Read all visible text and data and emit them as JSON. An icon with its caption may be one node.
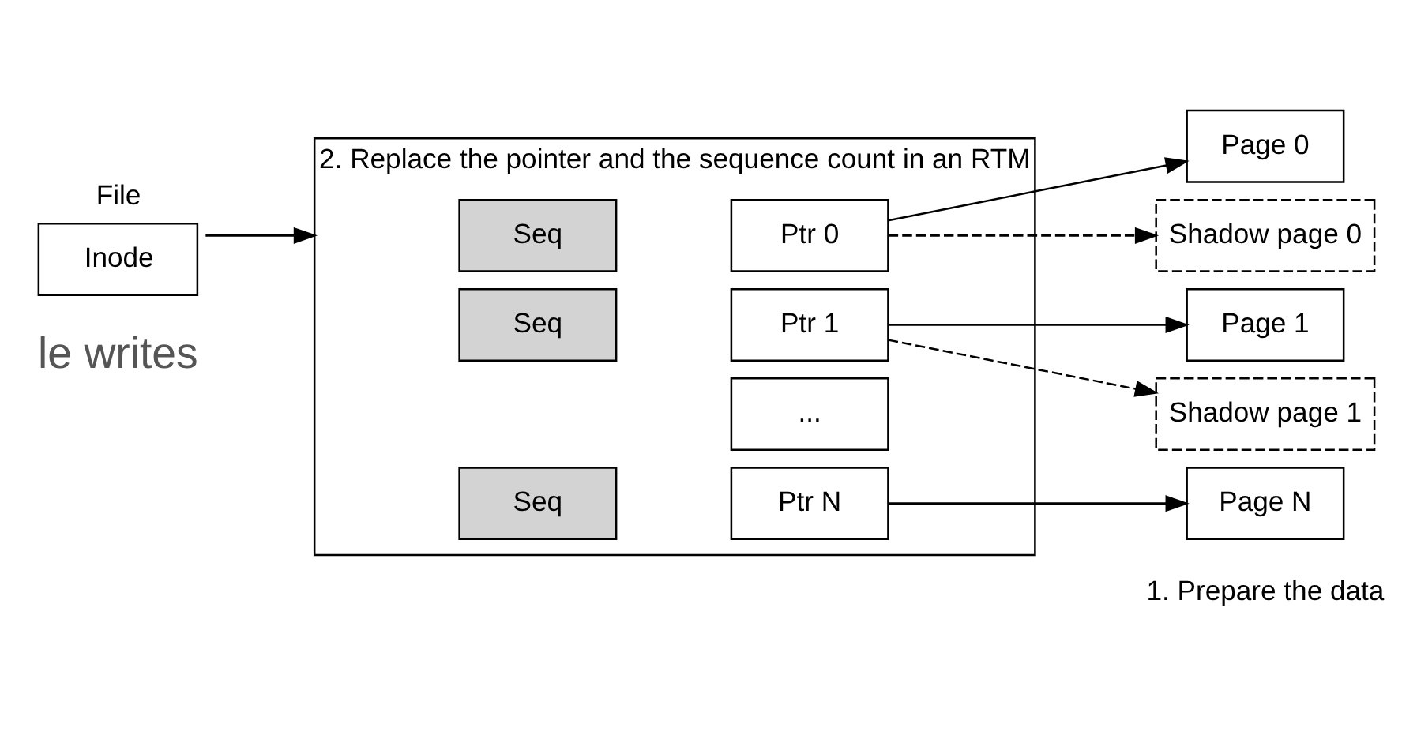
{
  "diagram": {
    "nodes": [
      {
        "text": [
          "File",
          "Inode"
        ]
      },
      {
        "text": [
          "2. Replace the pointer and the sequence count in an RTM"
        ]
      },
      {
        "text": [
          "Seq"
        ],
        "in": 1
      },
      {
        "text": [
          "Ptr 0"
        ],
        "in": 1
      },
      {
        "text": [
          "Seq"
        ],
        "in": 1
      },
      {
        "text": [
          "Ptr 1"
        ],
        "in": 1
      },
      {
        "text": [
          "..."
        ],
        "in": 1
      },
      {
        "text": [
          "Seq"
        ],
        "in": 1
      },
      {
        "text": [
          "Ptr N"
        ],
        "in": 1
      },
      {
        "text": [
          "Page 0"
        ]
      },
      {
        "text": [
          "Shadow page 0"
        ]
      },
      {
        "text": [
          "Page 1"
        ]
      },
      {
        "text": [
          "Shadow page 1"
        ]
      },
      {
        "text": [
          "Page N"
        ]
      }
    ],
    "edges": [
      {
        "from": 0,
        "to": 1,
        "arrow": "to"
      },
      {
        "from": 3,
        "to": 9,
        "arrow": "to"
      },
      {
        "from": 3,
        "to": 10,
        "arrow": "to",
        "style": "dashed"
      },
      {
        "from": 5,
        "to": 11,
        "arrow": "to"
      },
      {
        "from": 5,
        "to": 12,
        "arrow": "to",
        "style": "dashed"
      },
      {
        "from": 8,
        "to": 13,
        "arrow": "to"
      }
    ],
    "labels": [
      "1. Prepare the data",
      "le writes"
    ]
  }
}
